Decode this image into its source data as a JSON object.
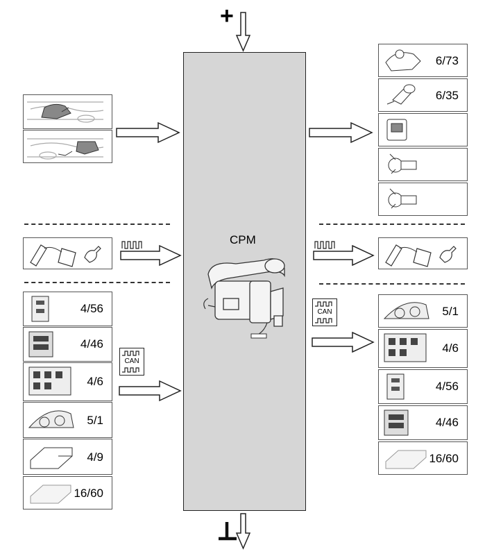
{
  "cpm": {
    "label": "CPM"
  },
  "power": {
    "plus": "+",
    "ground": "⊥"
  },
  "left_can_modules": [
    {
      "id": "4/56",
      "icon": "control-module-icon"
    },
    {
      "id": "4/46",
      "icon": "control-module-icon"
    },
    {
      "id": "4/6",
      "icon": "control-module-icon"
    },
    {
      "id": "5/1",
      "icon": "instrument-cluster-icon"
    },
    {
      "id": "4/9",
      "icon": "control-module-icon"
    },
    {
      "id": "16/60",
      "icon": "control-module-icon"
    }
  ],
  "right_outputs": [
    {
      "id": "6/73",
      "icon": "valve-icon"
    },
    {
      "id": "6/35",
      "icon": "valve-icon"
    },
    {
      "id": "",
      "icon": "pump-icon"
    },
    {
      "id": "",
      "icon": "glow-plug-icon"
    },
    {
      "id": "",
      "icon": "glow-plug-icon"
    }
  ],
  "right_can_modules": [
    {
      "id": "5/1",
      "icon": "instrument-cluster-icon"
    },
    {
      "id": "4/6",
      "icon": "control-module-icon"
    },
    {
      "id": "4/56",
      "icon": "control-module-icon"
    },
    {
      "id": "4/46",
      "icon": "control-module-icon"
    },
    {
      "id": "16/60",
      "icon": "control-module-icon"
    }
  ],
  "can": {
    "label": "CAN"
  }
}
